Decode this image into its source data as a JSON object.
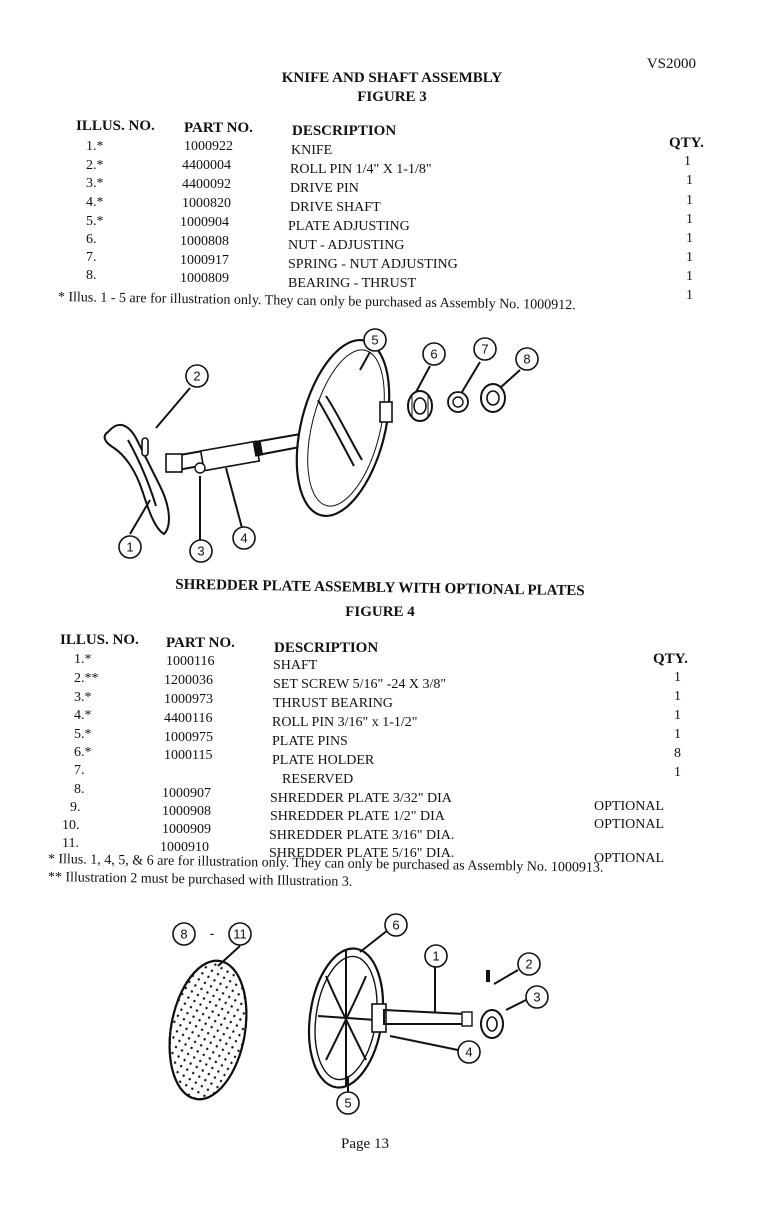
{
  "doc_id": "VS2000",
  "page_label": "Page 13",
  "figure3": {
    "title_line1": "KNIFE AND SHAFT ASSEMBLY",
    "title_line2": "FIGURE 3",
    "headers": {
      "illus": "ILLUS. NO.",
      "part": "PART NO.",
      "desc": "DESCRIPTION",
      "qty": "QTY."
    },
    "rows": [
      {
        "illus": "1.*",
        "part": "1000922",
        "desc": "KNIFE",
        "qty": "1"
      },
      {
        "illus": "2.*",
        "part": "4400004",
        "desc": "ROLL PIN 1/4\" X 1-1/8\"",
        "qty": "1"
      },
      {
        "illus": "3.*",
        "part": "4400092",
        "desc": "DRIVE PIN",
        "qty": "1"
      },
      {
        "illus": "4.*",
        "part": "1000820",
        "desc": "DRIVE SHAFT",
        "qty": "1"
      },
      {
        "illus": "5.*",
        "part": "1000904",
        "desc": "PLATE ADJUSTING",
        "qty": "1"
      },
      {
        "illus": "6.",
        "part": "1000808",
        "desc": "NUT - ADJUSTING",
        "qty": "1"
      },
      {
        "illus": "7.",
        "part": "1000917",
        "desc": "SPRING - NUT ADJUSTING",
        "qty": "1"
      },
      {
        "illus": "8.",
        "part": "1000809",
        "desc": "BEARING - THRUST",
        "qty": "1"
      }
    ],
    "note": "* Illus. 1 - 5 are for illustration only.  They can only be  purchased as Assembly No. 1000912.",
    "callouts": [
      "1",
      "2",
      "3",
      "4",
      "5",
      "6",
      "7",
      "8"
    ]
  },
  "figure4": {
    "title_line1": "SHREDDER PLATE ASSEMBLY WITH OPTIONAL PLATES",
    "title_line2": "FIGURE 4",
    "headers": {
      "illus": "ILLUS. NO.",
      "part": "PART NO.",
      "desc": "DESCRIPTION",
      "qty": "QTY."
    },
    "rows": [
      {
        "illus": "1.*",
        "part": "1000116",
        "desc": "SHAFT",
        "qty": "1"
      },
      {
        "illus": "2.**",
        "part": "1200036",
        "desc": "SET SCREW 5/16\" -24 X 3/8\"",
        "qty": "1"
      },
      {
        "illus": "3.*",
        "part": "1000973",
        "desc": "THRUST BEARING",
        "qty": "1"
      },
      {
        "illus": "4.*",
        "part": "4400116",
        "desc": "ROLL PIN 3/16\" x 1-1/2\"",
        "qty": "1"
      },
      {
        "illus": "5.*",
        "part": "1000975",
        "desc": "PLATE PINS",
        "qty": "8"
      },
      {
        "illus": "6.*",
        "part": "1000115",
        "desc": "PLATE HOLDER",
        "qty": "1"
      },
      {
        "illus": "7.",
        "part": "",
        "desc": "RESERVED",
        "qty": ""
      },
      {
        "illus": "8.",
        "part": "1000907",
        "desc": "SHREDDER PLATE 3/32\" DIA",
        "qty": "OPTIONAL"
      },
      {
        "illus": "9.",
        "part": "1000908",
        "desc": "SHREDDER PLATE 1/2\" DIA",
        "qty": "OPTIONAL"
      },
      {
        "illus": "10.",
        "part": "1000909",
        "desc": "SHREDDER PLATE 3/16\" DIA.",
        "qty": ""
      },
      {
        "illus": "11.",
        "part": "1000910",
        "desc": "SHREDDER PLATE 5/16\" DIA.",
        "qty": "OPTIONAL"
      }
    ],
    "note1": "* Illus. 1, 4, 5, & 6 are for illustration only.  They can only be purchased as Assembly No. 1000913.",
    "note2": "** Illustration 2 must be purchased with Illustration 3.",
    "callouts": [
      "8",
      "11",
      "6",
      "1",
      "2",
      "3",
      "4",
      "5"
    ],
    "range_dash": "-"
  }
}
